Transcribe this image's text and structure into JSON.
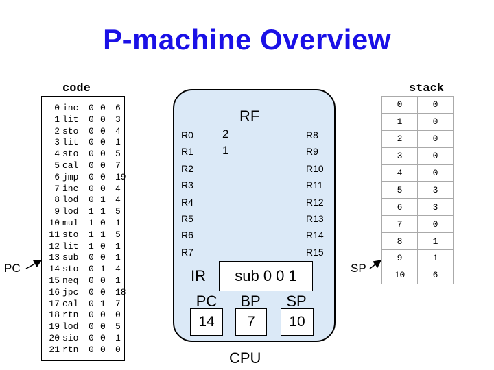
{
  "title": "P-machine Overview",
  "code": {
    "label": "code",
    "rows": [
      {
        "n": "0",
        "op": "inc",
        "l": "0",
        "a": "0",
        "b": "6"
      },
      {
        "n": "1",
        "op": "lit",
        "l": "0",
        "a": "0",
        "b": "3"
      },
      {
        "n": "2",
        "op": "sto",
        "l": "0",
        "a": "0",
        "b": "4"
      },
      {
        "n": "3",
        "op": "lit",
        "l": "0",
        "a": "0",
        "b": "1"
      },
      {
        "n": "4",
        "op": "sto",
        "l": "0",
        "a": "0",
        "b": "5"
      },
      {
        "n": "5",
        "op": "cal",
        "l": "0",
        "a": "0",
        "b": "7"
      },
      {
        "n": "6",
        "op": "jmp",
        "l": "0",
        "a": "0",
        "b": "19"
      },
      {
        "n": "7",
        "op": "inc",
        "l": "0",
        "a": "0",
        "b": "4"
      },
      {
        "n": "8",
        "op": "lod",
        "l": "0",
        "a": "1",
        "b": "4"
      },
      {
        "n": "9",
        "op": "lod",
        "l": "1",
        "a": "1",
        "b": "5"
      },
      {
        "n": "10",
        "op": "mul",
        "l": "1",
        "a": "0",
        "b": "1"
      },
      {
        "n": "11",
        "op": "sto",
        "l": "1",
        "a": "1",
        "b": "5"
      },
      {
        "n": "12",
        "op": "lit",
        "l": "1",
        "a": "0",
        "b": "1"
      },
      {
        "n": "13",
        "op": "sub",
        "l": "0",
        "a": "0",
        "b": "1"
      },
      {
        "n": "14",
        "op": "sto",
        "l": "0",
        "a": "1",
        "b": "4"
      },
      {
        "n": "15",
        "op": "neq",
        "l": "0",
        "a": "0",
        "b": "1"
      },
      {
        "n": "16",
        "op": "jpc",
        "l": "0",
        "a": "0",
        "b": "18"
      },
      {
        "n": "17",
        "op": "cal",
        "l": "0",
        "a": "1",
        "b": "7"
      },
      {
        "n": "18",
        "op": "rtn",
        "l": "0",
        "a": "0",
        "b": "0"
      },
      {
        "n": "19",
        "op": "lod",
        "l": "0",
        "a": "0",
        "b": "5"
      },
      {
        "n": "20",
        "op": "sio",
        "l": "0",
        "a": "0",
        "b": "1"
      },
      {
        "n": "21",
        "op": "rtn",
        "l": "0",
        "a": "0",
        "b": "0"
      }
    ]
  },
  "pc_pointer_label": "PC",
  "stack": {
    "label": "stack",
    "rows": [
      {
        "i": "0",
        "v": "0"
      },
      {
        "i": "1",
        "v": "0"
      },
      {
        "i": "2",
        "v": "0"
      },
      {
        "i": "3",
        "v": "0"
      },
      {
        "i": "4",
        "v": "0"
      },
      {
        "i": "5",
        "v": "3"
      },
      {
        "i": "6",
        "v": "3"
      },
      {
        "i": "7",
        "v": "0"
      },
      {
        "i": "8",
        "v": "1"
      },
      {
        "i": "9",
        "v": "1"
      },
      {
        "i": "10",
        "v": "6"
      }
    ]
  },
  "sp_pointer_label": "SP",
  "cpu": {
    "label": "CPU",
    "rf_label": "RF",
    "registers_left": [
      "R0",
      "R1",
      "R2",
      "R3",
      "R4",
      "R5",
      "R6",
      "R7"
    ],
    "registers_right": [
      "R8",
      "R9",
      "R10",
      "R11",
      "R12",
      "R13",
      "R14",
      "R15"
    ],
    "register_values": {
      "R0": "2",
      "R1": "1"
    },
    "ir_label": "IR",
    "ir_value": "sub 0 0 1",
    "pc_label": "PC",
    "pc_value": "14",
    "bp_label": "BP",
    "bp_value": "7",
    "sp_label": "SP",
    "sp_value": "10"
  },
  "colors": {
    "title": "#1a10e6",
    "cpu_fill": "#dbe9f7"
  }
}
